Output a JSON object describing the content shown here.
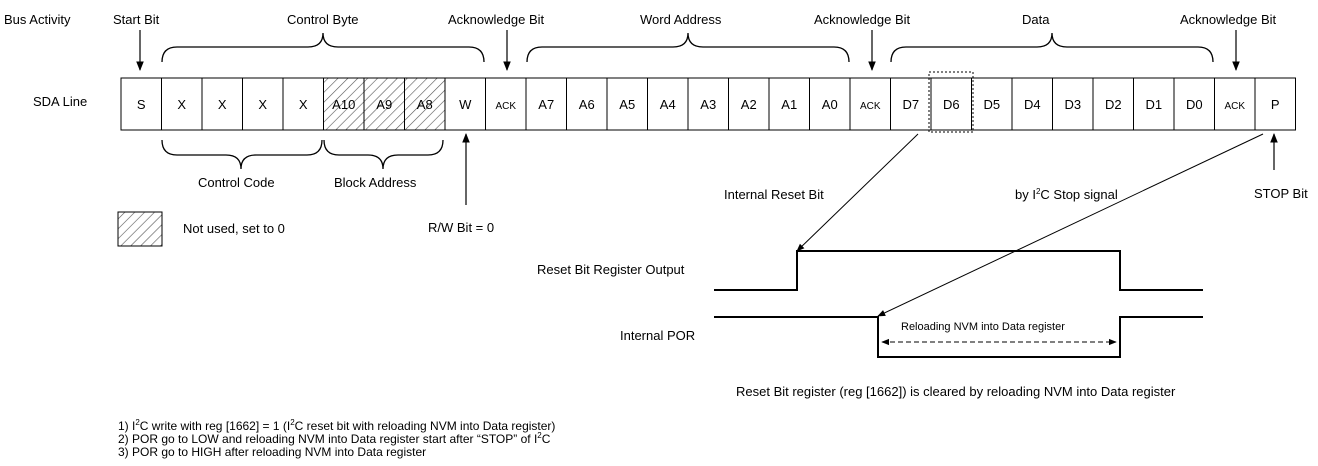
{
  "labels": {
    "bus_activity": "Bus Activity",
    "sda_line": "SDA Line",
    "start_bit": "Start Bit",
    "control_byte": "Control Byte",
    "ack_bit_1": "Acknowledge Bit",
    "word_address": "Word Address",
    "ack_bit_2": "Acknowledge Bit",
    "data": "Data",
    "ack_bit_3": "Acknowledge Bit",
    "control_code": "Control Code",
    "block_address": "Block Address",
    "rw_bit": "R/W Bit = 0",
    "stop_bit": "STOP Bit",
    "internal_reset_bit": "Internal Reset Bit",
    "by_i2c_stop_pre": "by I",
    "by_i2c_stop_sup": "2",
    "by_i2c_stop_post": "C Stop signal",
    "legend_text": "Not used, set to 0",
    "reset_bit_output": "Reset Bit Register Output",
    "internal_por": "Internal POR",
    "reloading": "Reloading NVM into Data register",
    "cleared_note": "Reset Bit register (reg [1662]) is cleared by reloading NVM into Data register"
  },
  "cells": [
    "S",
    "X",
    "X",
    "X",
    "X",
    "A10",
    "A9",
    "A8",
    "W",
    "ACK",
    "A7",
    "A6",
    "A5",
    "A4",
    "A3",
    "A2",
    "A1",
    "A0",
    "ACK",
    "D7",
    "D6",
    "D5",
    "D4",
    "D3",
    "D2",
    "D1",
    "D0",
    "ACK",
    "P"
  ],
  "notes": {
    "n1_a": "1) I",
    "n1_b": "2",
    "n1_c": "C write with reg [1662] = 1 (I",
    "n1_d": "2",
    "n1_e": "C reset bit with reloading NVM into Data register)",
    "n2_a": "2) POR go to LOW and reloading NVM into Data register start after “STOP” of I",
    "n2_b": "2",
    "n2_c": "C",
    "n3": "3) POR go to HIGH after reloading NVM into Data register"
  }
}
